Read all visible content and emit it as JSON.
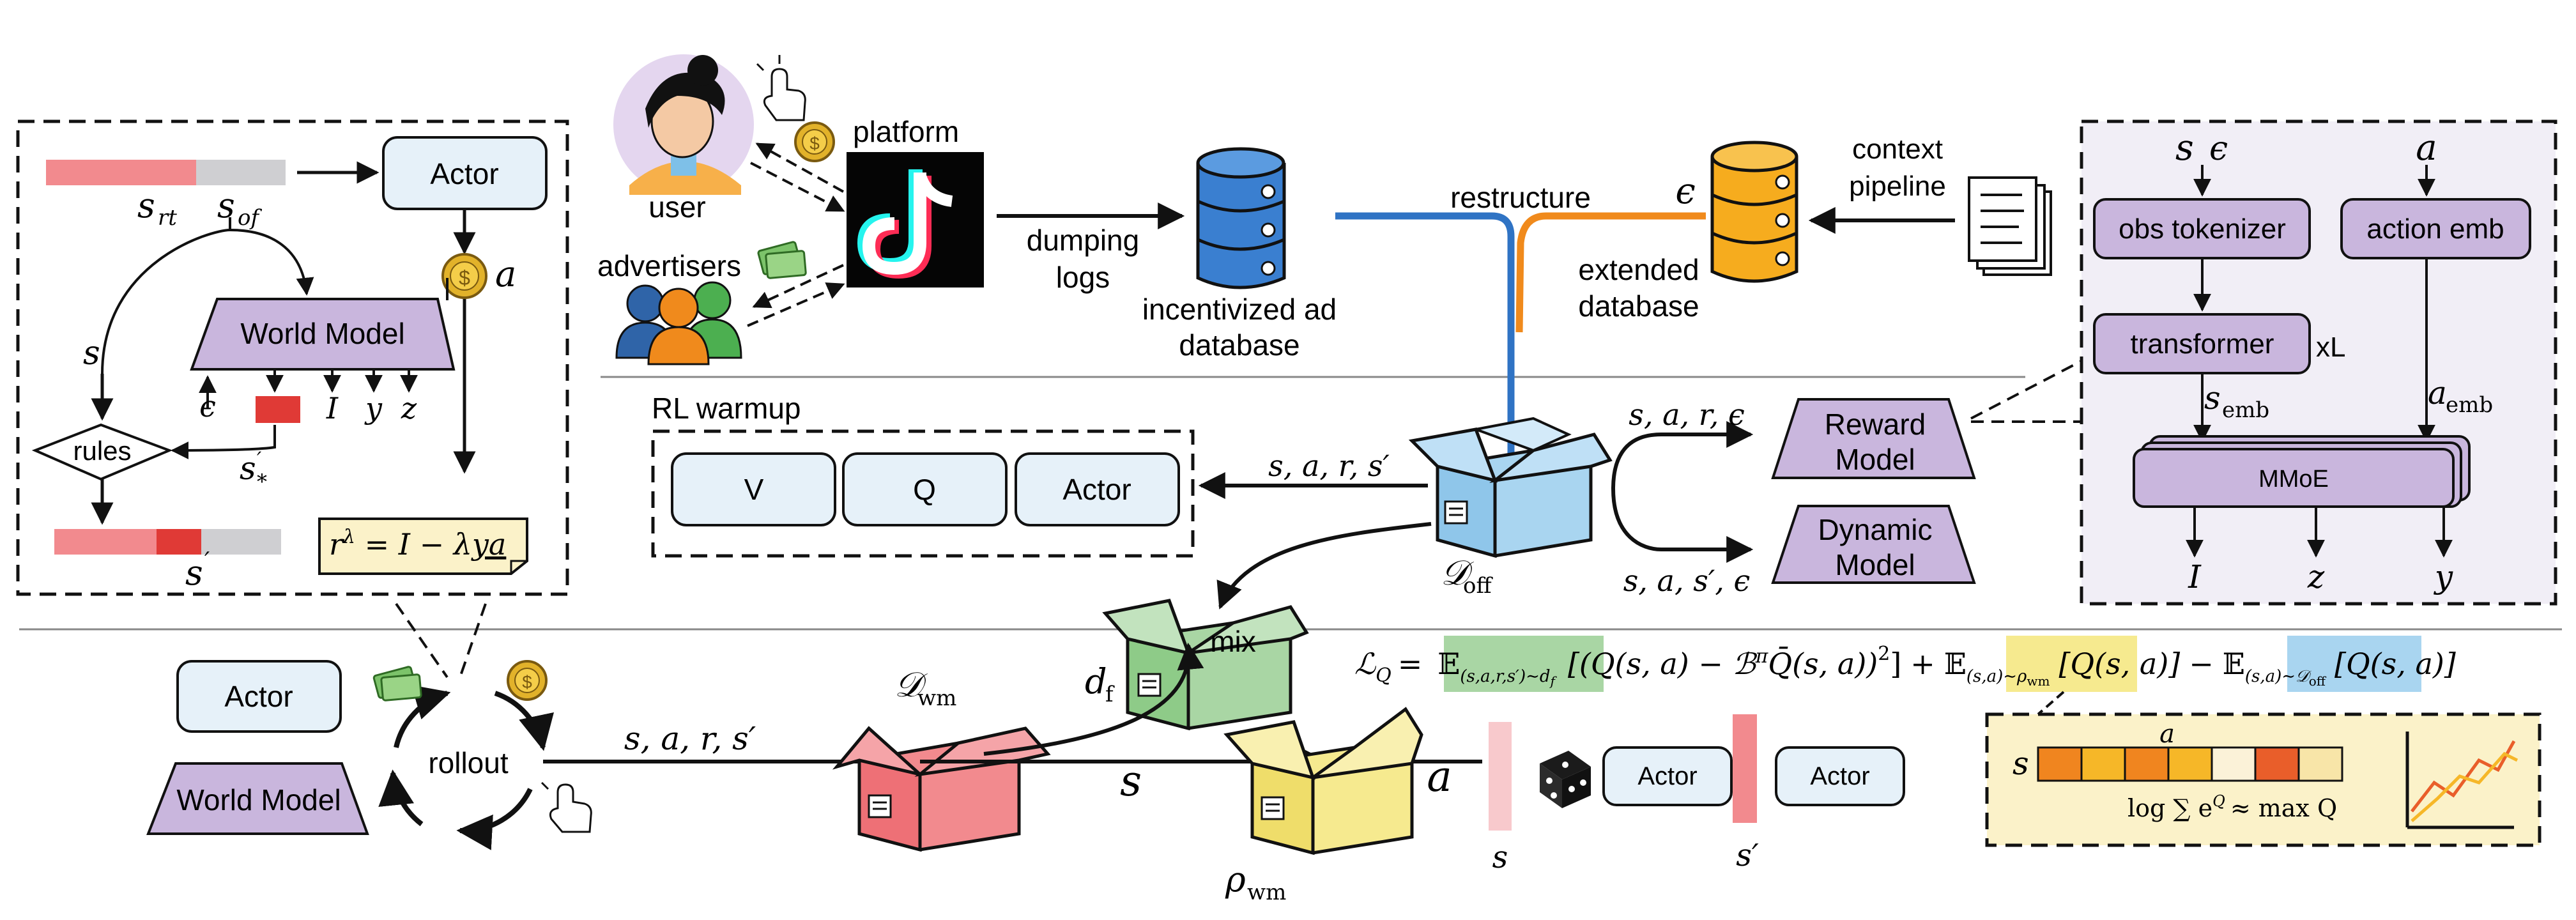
{
  "colors": {
    "blue_flow": "#2f73c4",
    "orange_flow": "#f08a1c",
    "node_fill": "#e6f1f9",
    "purple_fill": "#c9b6dd",
    "panel_fill": "#f1eef6",
    "reward_box": "#fbf2c9",
    "pink": "#f28a8e",
    "red": "#e03a36",
    "gray": "#cfcfd2",
    "green_hl": "#a9d6a4",
    "yellow_hl": "#f6ea8f",
    "blue_hl": "#a9d5f0"
  },
  "icons": [
    "pointer-hand-icon",
    "coin-icon",
    "money-icon",
    "tiktok-logo-icon",
    "database-icon",
    "document-stack-icon",
    "dice-icon",
    "user-avatar-icon",
    "advertisers-icon",
    "box-icon"
  ],
  "left_panel": {
    "s_rt": "s",
    "s_rt_sub": "rt",
    "s_of": "s",
    "s_of_sub": "of",
    "actor": "Actor",
    "action": "a",
    "world_model": "World Model",
    "s_label": "s",
    "rules": "rules",
    "s_star": "s",
    "s_star_sub": "*",
    "s_star_sup": "′",
    "s_prime": "s",
    "s_prime_sup": "′",
    "outputs": [
      "ϵ",
      "I",
      "y",
      "z"
    ],
    "reward_formula": "r",
    "reward_sup": "λ",
    "reward_rhs": " = I − λ",
    "reward_ya": "ya"
  },
  "top": {
    "user": "user",
    "platform": "platform",
    "advertisers": "advertisers",
    "dumping_logs": [
      "dumping",
      "logs"
    ],
    "incentivized_db": [
      "incentivized ad",
      "database"
    ],
    "restructure": "restructure",
    "epsilon": "ϵ",
    "extended_db": [
      "extended",
      "database"
    ],
    "context_pipeline": [
      "context",
      "pipeline"
    ]
  },
  "right_panel": {
    "s_in": "s",
    "eps_in": "ϵ",
    "a_in": "a",
    "obs_tokenizer": "obs tokenizer",
    "action_emb": "action emb",
    "transformer": "transformer",
    "xl": "xL",
    "s_emb": "s",
    "s_emb_sub": "emb",
    "a_emb": "a",
    "a_emb_sub": "emb",
    "mmoe": "MMoE",
    "outputs": [
      "I",
      "z",
      "y"
    ]
  },
  "middle": {
    "rl_warmup": "RL warmup",
    "v": "V",
    "q": "Q",
    "actor": "Actor",
    "sars": "s, a, r, s′",
    "d_off": "𝒟",
    "d_off_sub": "off",
    "sare": "s, a, r, ϵ",
    "sase": "s, a, s′, ϵ",
    "reward_model": [
      "Reward",
      "Model"
    ],
    "dynamic_model": [
      "Dynamic",
      "Model"
    ]
  },
  "bottom": {
    "actor": "Actor",
    "world_model": "World Model",
    "rollout": "rollout",
    "sars": "s, a, r, s′",
    "d_wm": "𝒟",
    "d_wm_sub": "wm",
    "d_f": "d",
    "d_f_sub": "f",
    "mix": "mix",
    "s": "s",
    "a": "a",
    "rho_wm": "ρ",
    "rho_wm_sub": "wm",
    "s_bar": "s",
    "s_prime_bar": "s′",
    "actor1": "Actor",
    "actor2": "Actor",
    "loss": {
      "lhs": "ℒ",
      "lhs_sub": "Q",
      "eq": "=",
      "e1": "𝔼",
      "e1_sub": "(s,a,r,s′)∼d",
      "e1_subsub": "f",
      "bellman": "[(Q(s, a) − ℬ",
      "bellman_sup": "π",
      "bellman_rest": "Q̄(s, a))",
      "bellman_sq": "2",
      "bellman_close": "]",
      "plus": "+",
      "e2": "𝔼",
      "e2_sub": "(s,a)∼ρ",
      "e2_subsub": "wm",
      "q2": "[Q(s, a)]",
      "minus": "−",
      "e3": "𝔼",
      "e3_sub": "(s,a)∼𝒟",
      "e3_subsub": "off",
      "q3": "[Q(s, a)]"
    },
    "inset": {
      "s": "s",
      "a": "a",
      "logsum": "log ∑ e",
      "logsum_sup": "Q",
      "approx": "≈ max Q"
    }
  }
}
